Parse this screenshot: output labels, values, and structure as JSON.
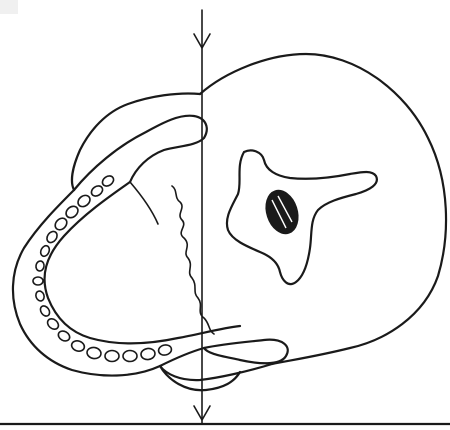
{
  "figure": {
    "kind": "line-drawing",
    "subject": "skull",
    "features": [
      "cranium-outline",
      "mandible-with-teeth",
      "orbit-cavity",
      "dark-nasal-opening",
      "vertical-reference-line-with-arrowheads",
      "horizontal-baseline"
    ],
    "colors": {
      "ink": "#1a1a1a",
      "background": "#ffffff",
      "fill-dark": "#1a1a1a"
    }
  }
}
